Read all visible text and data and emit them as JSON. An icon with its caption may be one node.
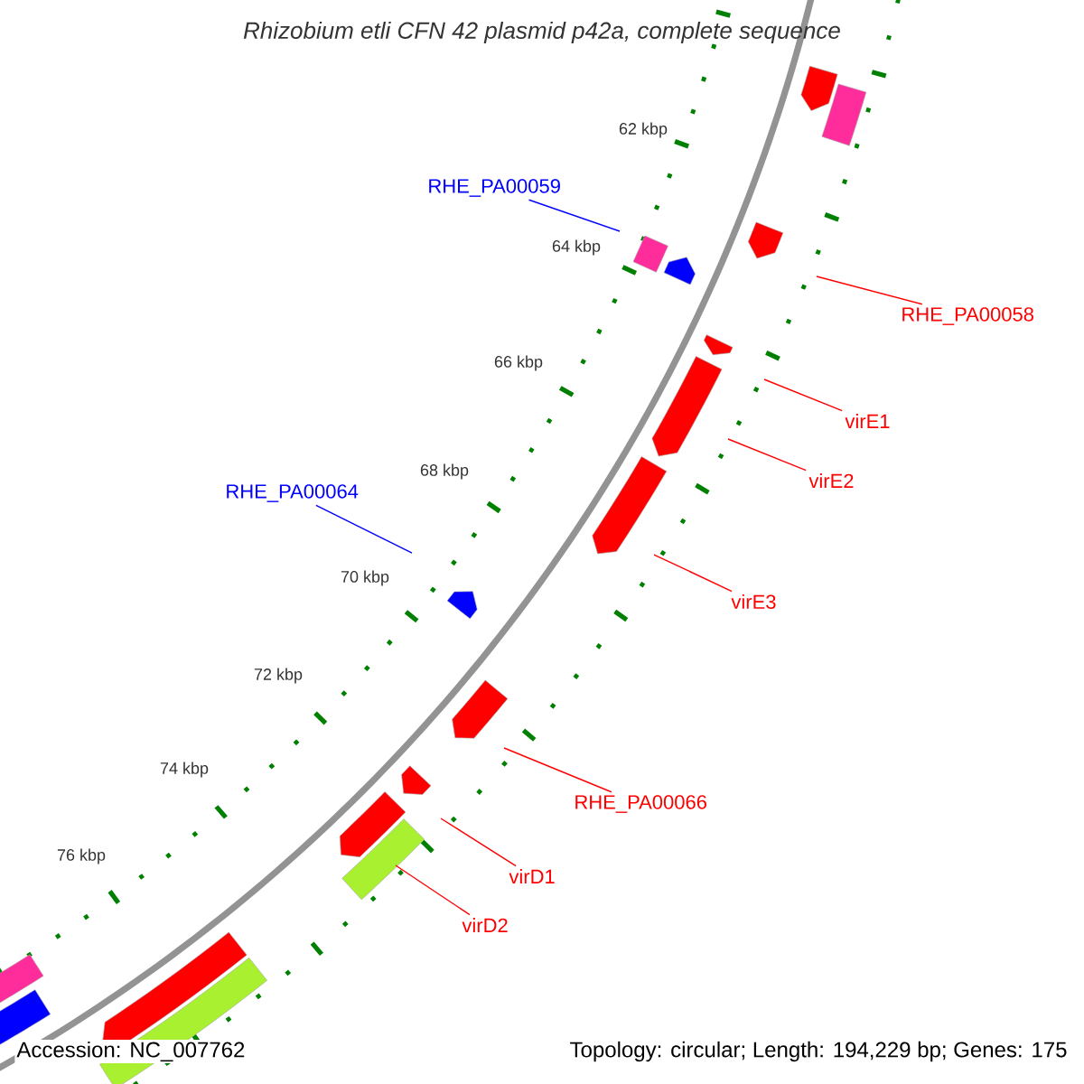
{
  "diagram": {
    "title": "Rhizobium etli CFN 42 plasmid p42a, complete sequence",
    "nodes": [
      {
        "text": [
          "RHE_PA00059"
        ]
      },
      {
        "text": [
          "RHE_PA00058"
        ]
      },
      {
        "text": [
          "virE1"
        ]
      },
      {
        "text": [
          "virE2"
        ]
      },
      {
        "text": [
          "RHE_PA00064"
        ]
      },
      {
        "text": [
          "virE3"
        ]
      },
      {
        "text": [
          "RHE_PA00066"
        ]
      },
      {
        "text": [
          "virD1"
        ]
      },
      {
        "text": [
          "virD2"
        ]
      }
    ],
    "edges": [
      {
        "from": 0,
        "to": null,
        "arrow": "none",
        "color": "#0000ff"
      },
      {
        "from": 1,
        "to": null,
        "arrow": "none"
      },
      {
        "from": 2,
        "to": null,
        "arrow": "none"
      },
      {
        "from": 3,
        "to": null,
        "arrow": "none"
      },
      {
        "from": 4,
        "to": null,
        "arrow": "none",
        "color": "#0000ff"
      },
      {
        "from": 5,
        "to": null,
        "arrow": "none"
      },
      {
        "from": 6,
        "to": null,
        "arrow": "none"
      },
      {
        "from": 7,
        "to": null,
        "arrow": "none"
      },
      {
        "from": 8,
        "to": null,
        "arrow": "none"
      }
    ],
    "labels": [
      "62 kbp",
      "64 kbp",
      "66 kbp",
      "68 kbp",
      "70 kbp",
      "72 kbp",
      "74 kbp",
      "76 kbp",
      "Accession: NC_007762",
      "Topology: circular; Length: 194,229 bp; Genes: 175"
    ]
  }
}
